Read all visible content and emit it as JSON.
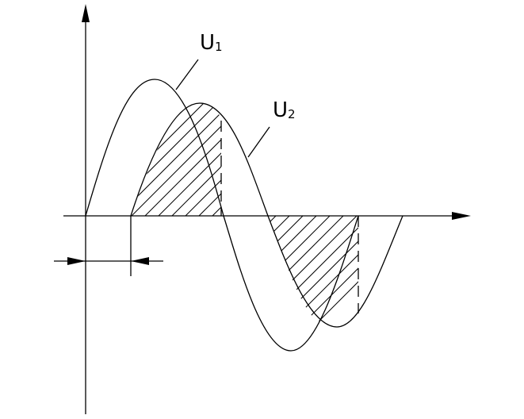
{
  "labels": {
    "u1": {
      "main": "U",
      "sub": "1"
    },
    "u2": {
      "main": "U",
      "sub": "2"
    }
  },
  "colors": {
    "ink": "#000000",
    "background": "#ffffff"
  }
}
